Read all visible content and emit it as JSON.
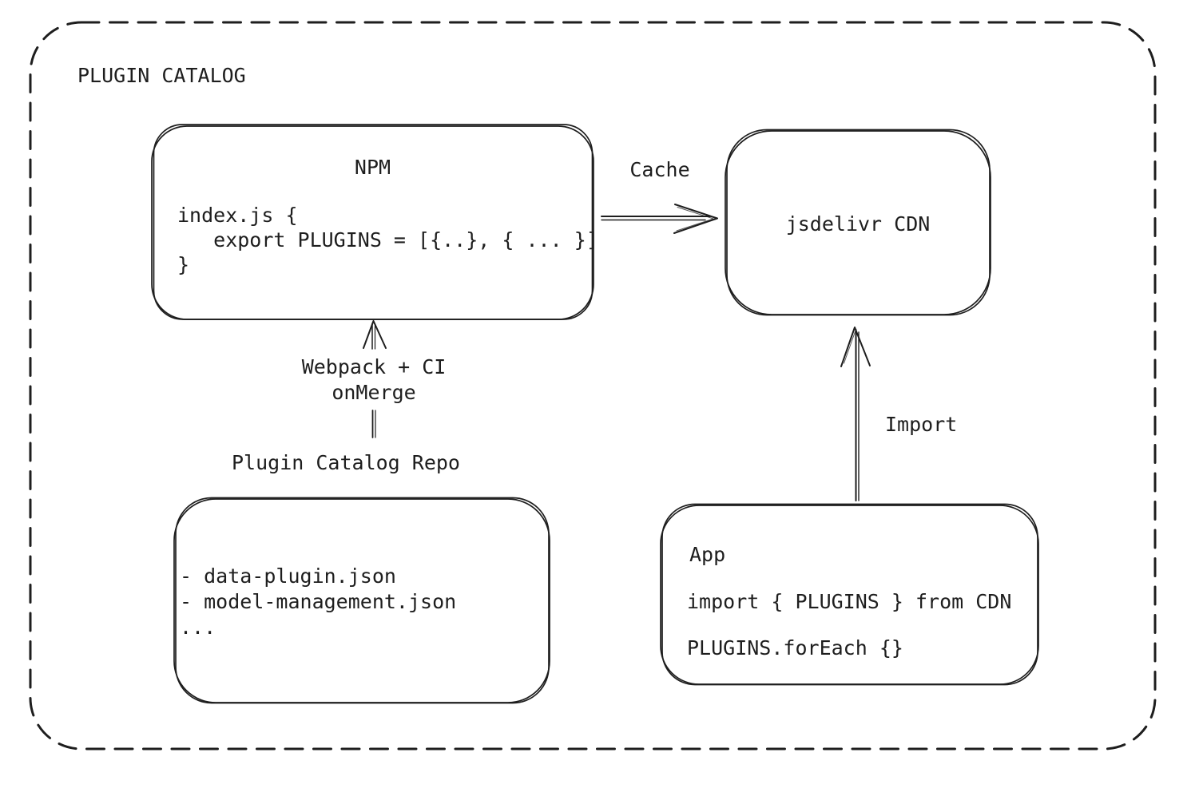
{
  "page": {
    "background": "#ffffff",
    "ink": "#1e1e1e"
  },
  "diagram": {
    "title": "PLUGIN CATALOG",
    "npm_box": {
      "title": "NPM",
      "code": "index.js {\n   export PLUGINS = [{..}, { ... }]\n}"
    },
    "cdn_box": {
      "label": "jsdelivr CDN"
    },
    "repo_box": {
      "label": "Plugin Catalog Repo",
      "files": "- data-plugin.json\n- model-management.json\n..."
    },
    "app_box": {
      "title": "App",
      "code_line1": "import { PLUGINS } from CDN",
      "code_line2": "PLUGINS.forEach {}"
    },
    "edges": {
      "cache": {
        "label": "Cache",
        "from": "NPM",
        "to": "jsdelivr CDN"
      },
      "build": {
        "label": "Webpack + CI\nonMerge",
        "from": "Plugin Catalog Repo",
        "to": "NPM"
      },
      "import": {
        "label": "Import",
        "from": "App",
        "to": "jsdelivr CDN"
      }
    }
  }
}
